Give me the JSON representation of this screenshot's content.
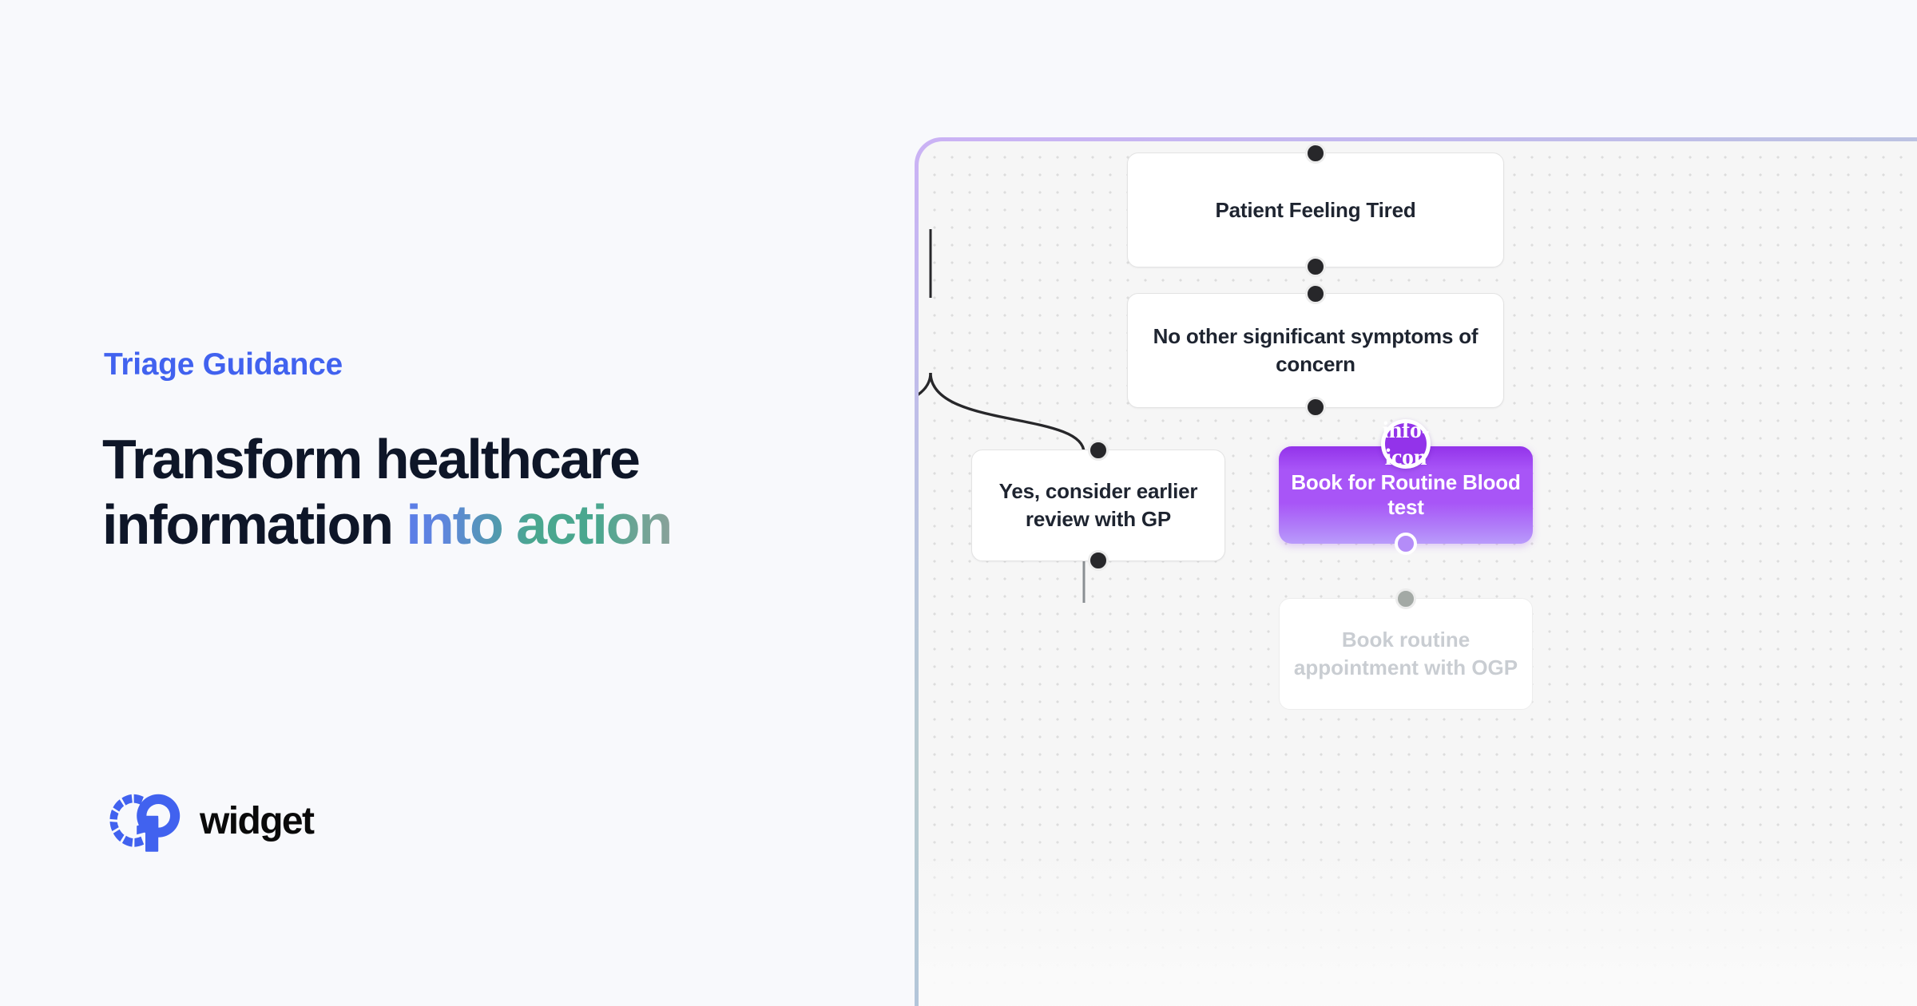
{
  "hero": {
    "eyebrow": "Triage Guidance",
    "headline_line1": "Transform healthcare",
    "headline_line2_plain": "information ",
    "headline_line2_accent": "into action"
  },
  "brand": {
    "mark_name": "gp-logo-mark",
    "wordmark": "widget",
    "mark_color": "#4162ef",
    "word_color": "#0a0a0a"
  },
  "colors": {
    "eyebrow": "#4162ef",
    "headline": "#0e1628",
    "accent_gradient_start": "#5b7ce8",
    "accent_gradient_end": "#4aa78f",
    "page_background": "#f8f9fc",
    "canvas_background": "#f6f6f6",
    "canvas_dot": "#dcdcdc",
    "node_purple_start": "#9333ea",
    "node_purple_end": "#b99bfb",
    "handle": "#27272a",
    "edge_stroke": "#27272a"
  },
  "flow": {
    "panel_name": "triage-flow-canvas",
    "nodes": [
      {
        "id": "n1",
        "label": "Patient Feeling Tired",
        "type": "plain",
        "state": "normal"
      },
      {
        "id": "n2",
        "label": "No other significant symptoms of concern",
        "type": "plain",
        "state": "normal"
      },
      {
        "id": "n3",
        "label": "Yes, consider earlier review with GP",
        "type": "plain",
        "state": "normal"
      },
      {
        "id": "n4",
        "label": "Book for Routine Blood test",
        "type": "purple",
        "state": "selected",
        "badge": "i"
      },
      {
        "id": "n5",
        "label": "Book routine appointment with OGP",
        "type": "ghost",
        "state": "faded"
      }
    ],
    "edges": [
      {
        "from": "n1",
        "to": "n2"
      },
      {
        "from": "n2",
        "to": "n3"
      },
      {
        "from": "n2",
        "to": "n4"
      },
      {
        "from": "n4",
        "to": "n5"
      }
    ],
    "badge_icon": "info-icon"
  }
}
